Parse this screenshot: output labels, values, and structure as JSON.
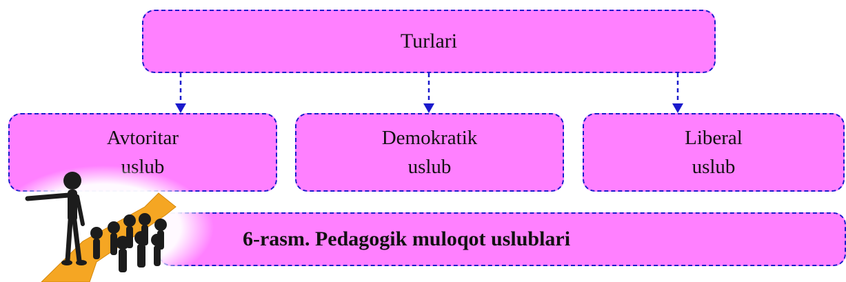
{
  "diagram": {
    "top": {
      "label": "Turlari"
    },
    "children": [
      {
        "line1": "Avtoritar",
        "line2": "uslub"
      },
      {
        "line1": "Demokratik",
        "line2": "uslub"
      },
      {
        "line1": "Liberal",
        "line2": "uslub"
      }
    ],
    "caption": "6-rasm. Pedagogik muloqot uslublari"
  },
  "colors": {
    "box_fill": "#ff80ff",
    "border": "#1a1acc",
    "arrow": "#1a1acc",
    "clipart_arrow": "#f5a623"
  },
  "icons": [
    "leader-figures-clipart-icon"
  ]
}
